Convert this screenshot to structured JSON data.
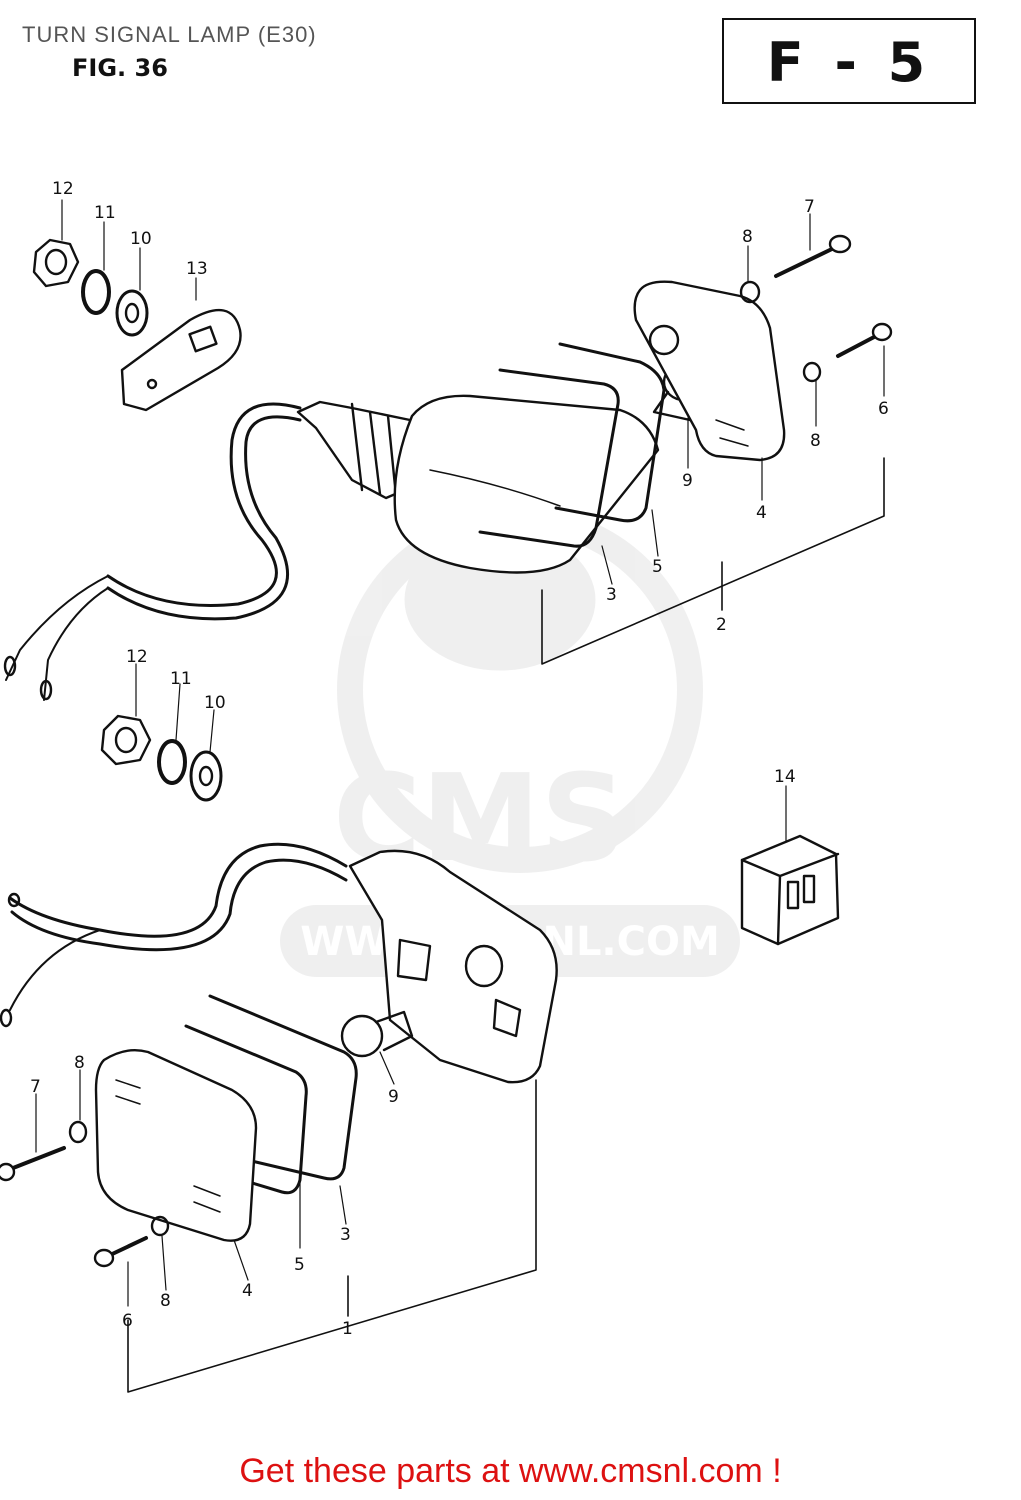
{
  "title": "TURN SIGNAL LAMP (E30)",
  "figure_label": "FIG. 36",
  "section_code": "F - 5",
  "watermark": {
    "brand": "CMS",
    "url": "WWW.CMSNL.COM"
  },
  "call_to_action": "Get these parts at www.cmsnl.com !",
  "callouts": {
    "upper": {
      "n12": "12",
      "n11": "11",
      "n10": "10",
      "n13": "13",
      "n8": "8",
      "n7": "7",
      "n6": "6",
      "n8b": "8",
      "n9": "9",
      "n4": "4",
      "n5": "5",
      "n3": "3",
      "n2": "2"
    },
    "middle": {
      "n12": "12",
      "n11": "11",
      "n10": "10",
      "n14": "14"
    },
    "lower": {
      "n8": "8",
      "n7": "7",
      "n9": "9",
      "n5": "5",
      "n3": "3",
      "n4": "4",
      "n6": "6",
      "n8b": "8",
      "n1": "1"
    }
  }
}
